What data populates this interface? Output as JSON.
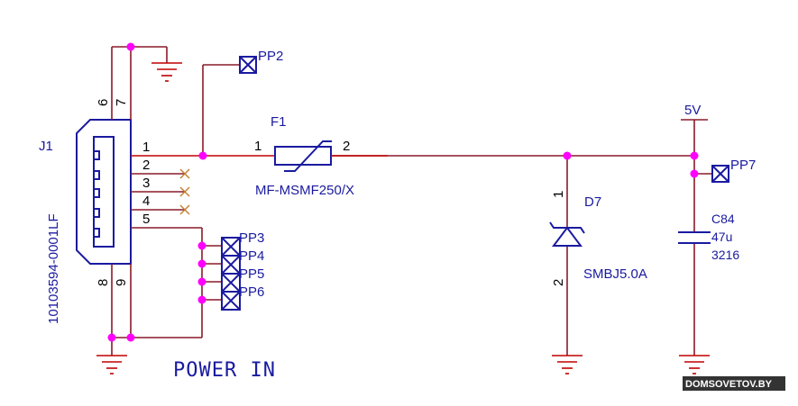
{
  "title": "POWER IN",
  "watermark": "DOMSOVETOV.BY",
  "connector": {
    "ref": "J1",
    "part": "10103594-0001LF",
    "pins": [
      "1",
      "2",
      "3",
      "4",
      "5",
      "6",
      "7",
      "8",
      "9"
    ]
  },
  "fuse": {
    "ref": "F1",
    "part": "MF-MSMF250/X",
    "pin1": "1",
    "pin2": "2"
  },
  "diode": {
    "ref": "D7",
    "part": "SMBJ5.0A",
    "pin1": "1",
    "pin2": "2"
  },
  "capacitor": {
    "ref": "C84",
    "value": "47u",
    "package": "3216"
  },
  "power_net": "5V",
  "test_points": [
    "PP2",
    "PP3",
    "PP4",
    "PP5",
    "PP6",
    "PP7"
  ],
  "colors": {
    "wire": "#c00000",
    "symbol": "#1a1aa0",
    "junction": "#ff00ff",
    "nc": "#c08030"
  }
}
